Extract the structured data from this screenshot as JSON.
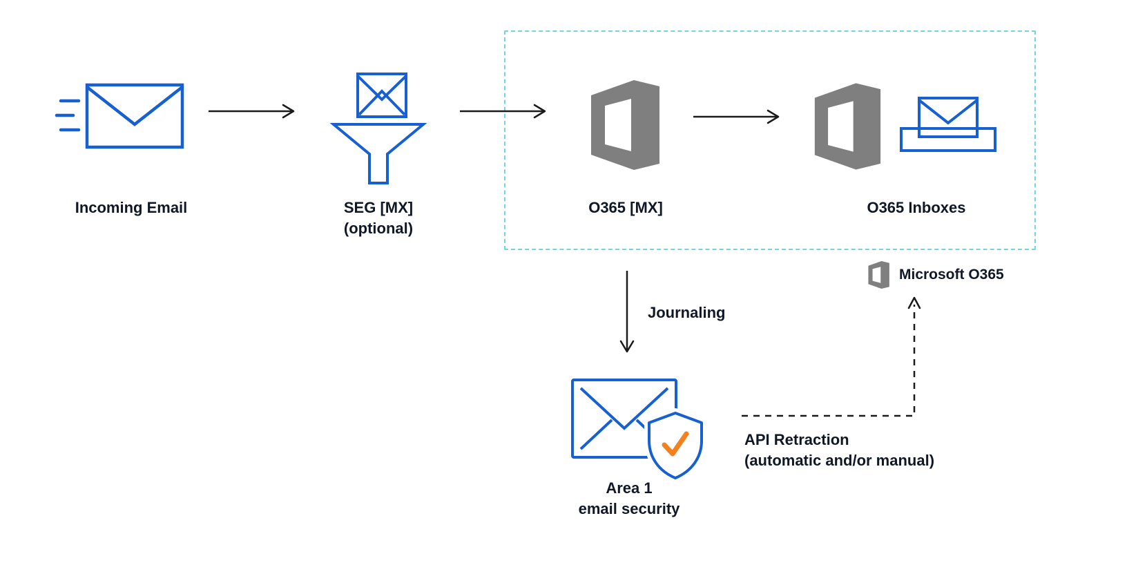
{
  "colors": {
    "blue": "#1660d2",
    "gray": "#7f7f7f",
    "teal": "#72d6e0",
    "ink": "#101828",
    "orange": "#f48120",
    "lightblue": "#dceefb",
    "shieldfill": "#eaf5fd",
    "arrow": "#1a1a1a"
  },
  "nodes": {
    "incoming_email": {
      "label": "Incoming Email",
      "icon": "incoming-email-icon"
    },
    "seg": {
      "label": "SEG [MX]",
      "sublabel": "(optional)",
      "icon": "seg-filter-icon"
    },
    "o365_mx": {
      "label": "O365 [MX]",
      "icon": "o365-logo-icon"
    },
    "o365_inboxes": {
      "label": "O365 Inboxes",
      "icon": "o365-logo-icon, inbox-envelope-icon"
    },
    "area1": {
      "label": "Area 1",
      "sublabel": "email security",
      "icon": "area1-envelope-shield-icon"
    }
  },
  "edges": {
    "incoming_to_seg": {
      "style": "solid-arrow"
    },
    "seg_to_o365mx": {
      "style": "solid-arrow"
    },
    "o365mx_to_inboxes": {
      "style": "solid-arrow"
    },
    "journaling": {
      "label": "Journaling",
      "style": "solid-arrow-down"
    },
    "api_retraction": {
      "label": "API Retraction",
      "sublabel": "(automatic and/or manual)",
      "style": "dashed-arrow"
    }
  },
  "groups": {
    "o365_boundary": {
      "style": "dashed-teal-box"
    }
  },
  "legend": {
    "label": "Microsoft O365",
    "icon": "o365-logo-icon"
  }
}
